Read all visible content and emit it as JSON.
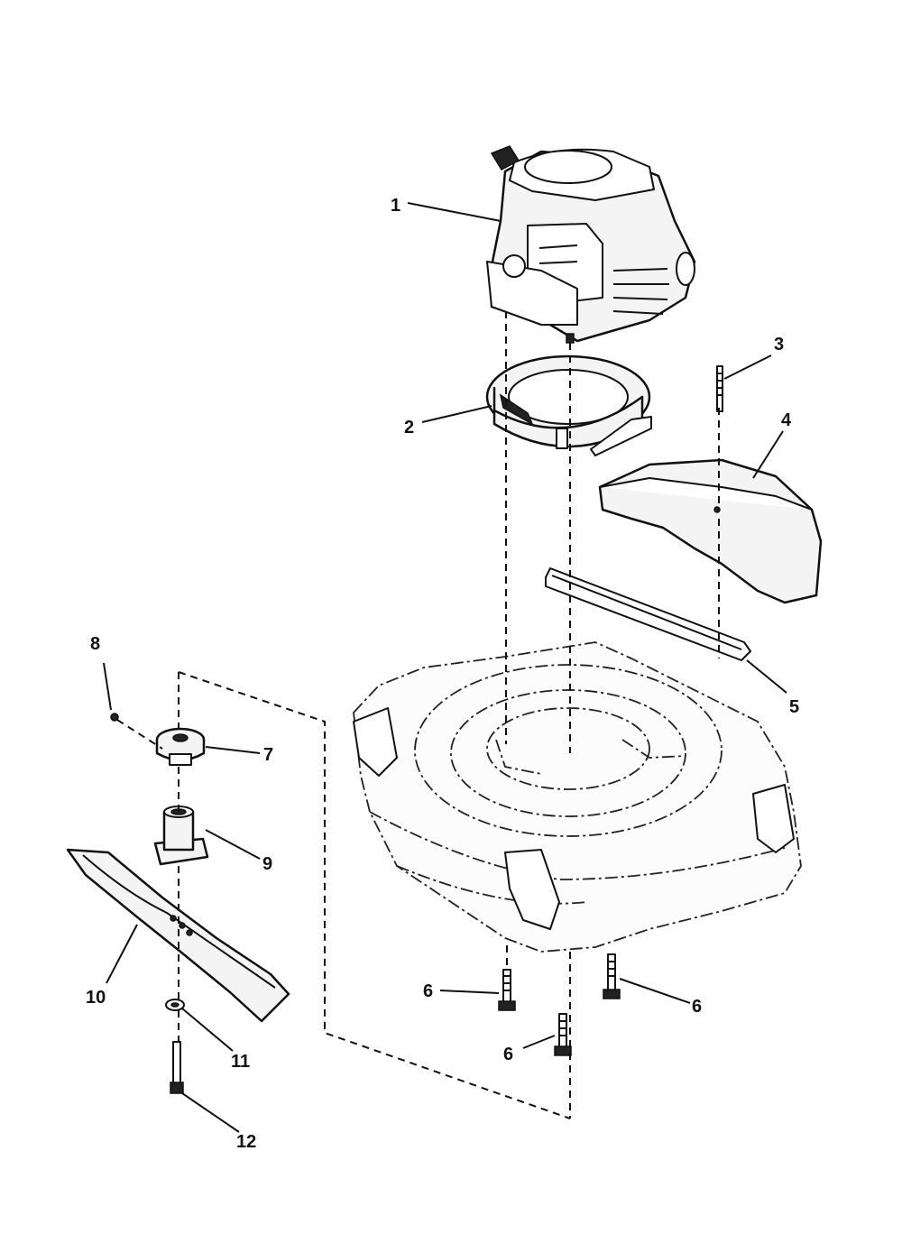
{
  "callouts": {
    "c1": "1",
    "c2": "2",
    "c3": "3",
    "c4": "4",
    "c5": "5",
    "c6a": "6",
    "c6b": "6",
    "c6c": "6",
    "c7": "7",
    "c8": "8",
    "c9": "9",
    "c10": "10",
    "c11": "11",
    "c12": "12"
  },
  "icons": {
    "engine": "engine-icon",
    "blower_housing": "blower-housing-icon",
    "belt_cover": "belt-cover-icon",
    "belt": "drive-belt-icon",
    "deck": "mower-deck-icon",
    "blade": "mower-blade-icon"
  }
}
